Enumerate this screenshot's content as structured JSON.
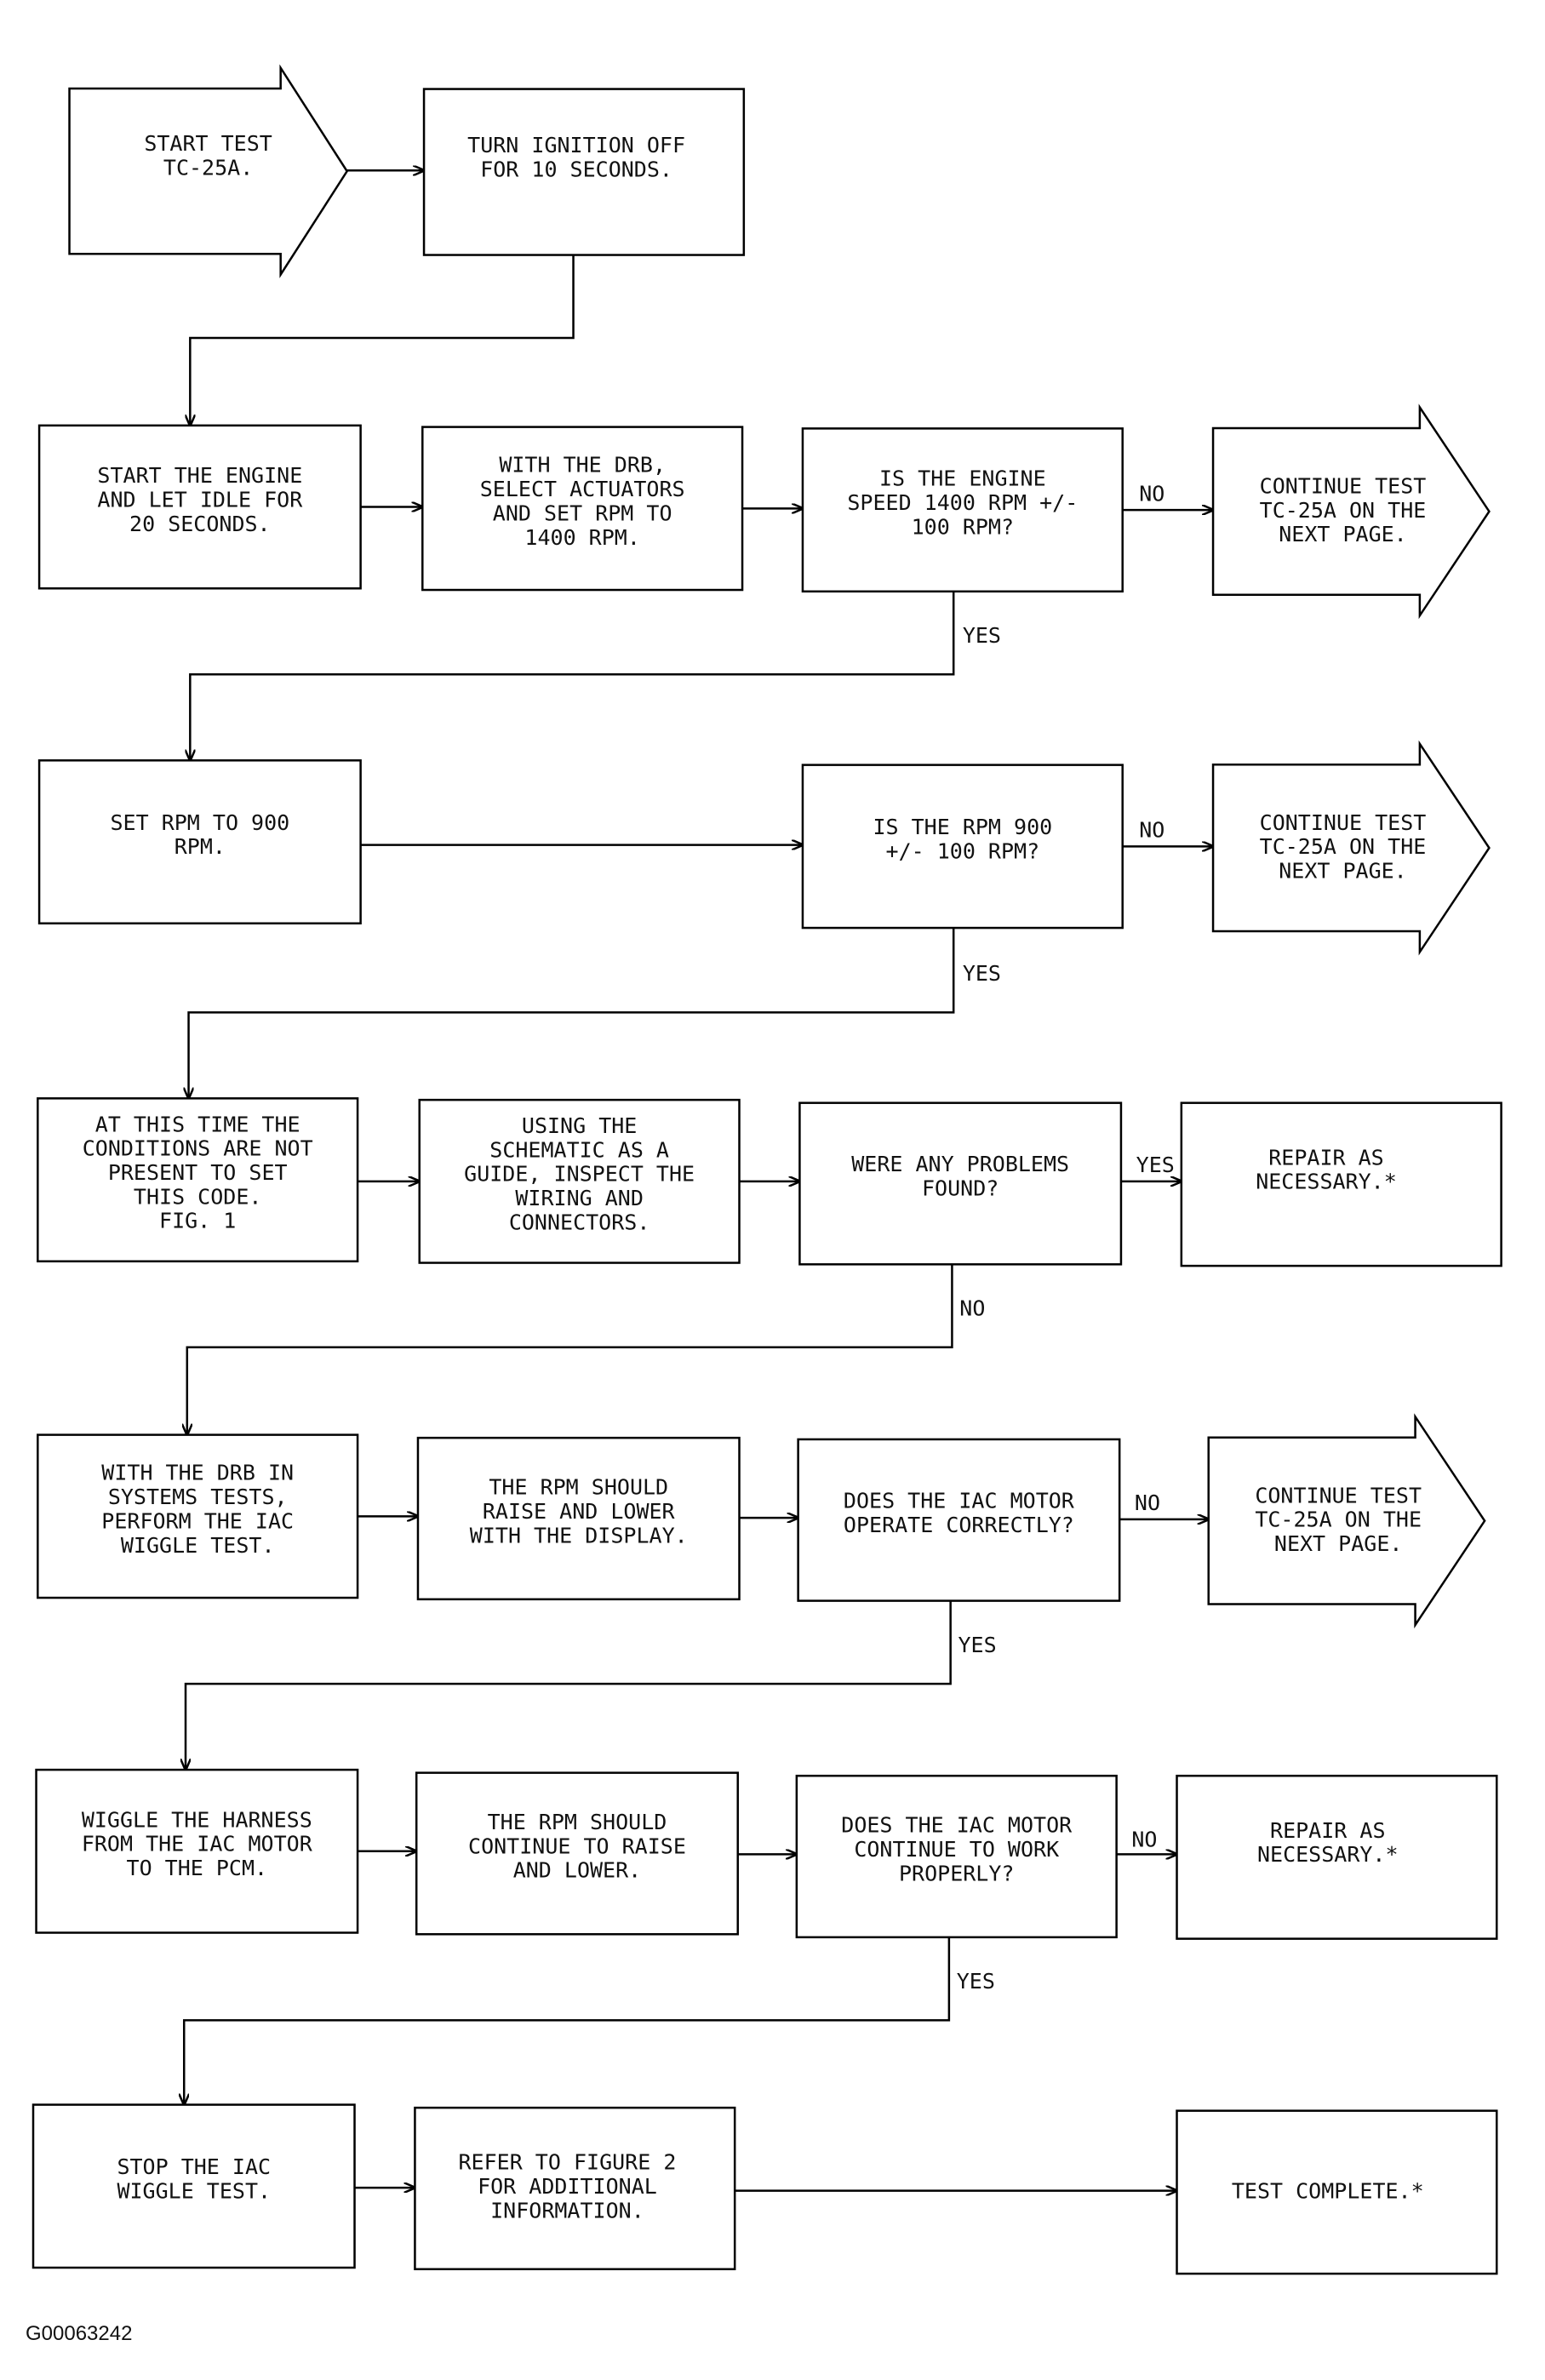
{
  "nodes": {
    "start": [
      "START TEST",
      "TC-25A."
    ],
    "ignition_off": [
      "TURN IGNITION OFF",
      "FOR 10 SECONDS."
    ],
    "start_engine": [
      "START THE ENGINE",
      "AND LET IDLE FOR",
      "20 SECONDS."
    ],
    "select_actuators": [
      "WITH THE DRB,",
      "SELECT ACTUATORS",
      "AND SET RPM TO",
      "1400 RPM."
    ],
    "q_1400": [
      "IS THE ENGINE",
      "SPEED 1400 RPM +/-",
      "100 RPM?"
    ],
    "cont_1": [
      "CONTINUE TEST",
      "TC-25A ON THE",
      "NEXT PAGE."
    ],
    "set_900": [
      "SET RPM TO 900",
      "RPM."
    ],
    "q_900": [
      "IS THE RPM 900",
      "+/- 100 RPM?"
    ],
    "cont_2": [
      "CONTINUE TEST",
      "TC-25A ON THE",
      "NEXT PAGE."
    ],
    "conditions": [
      "AT THIS TIME THE",
      "CONDITIONS ARE NOT",
      "PRESENT TO SET",
      "THIS CODE.",
      "FIG. 1"
    ],
    "inspect": [
      "USING THE",
      "SCHEMATIC AS A",
      "GUIDE, INSPECT THE",
      "WIRING AND",
      "CONNECTORS."
    ],
    "q_problems": [
      "WERE ANY PROBLEMS",
      "FOUND?"
    ],
    "repair_1": [
      "REPAIR AS",
      "NECESSARY.*"
    ],
    "wiggle_test": [
      "WITH THE DRB IN",
      "SYSTEMS TESTS,",
      "PERFORM THE IAC",
      "WIGGLE TEST."
    ],
    "rpm_raise": [
      "THE RPM SHOULD",
      "RAISE AND LOWER",
      "WITH THE DISPLAY."
    ],
    "q_iac": [
      "DOES THE IAC MOTOR",
      "OPERATE CORRECTLY?"
    ],
    "cont_3": [
      "CONTINUE TEST",
      "TC-25A ON THE",
      "NEXT PAGE."
    ],
    "wiggle_harness": [
      "WIGGLE THE HARNESS",
      "FROM THE IAC MOTOR",
      "TO THE PCM."
    ],
    "rpm_continue": [
      "THE RPM SHOULD",
      "CONTINUE TO RAISE",
      "AND LOWER."
    ],
    "q_iac_continue": [
      "DOES THE IAC MOTOR",
      "CONTINUE TO WORK",
      "PROPERLY?"
    ],
    "repair_2": [
      "REPAIR AS",
      "NECESSARY.*"
    ],
    "stop_wiggle": [
      "STOP THE IAC",
      "WIGGLE TEST."
    ],
    "refer_fig2": [
      "REFER TO FIGURE 2",
      "FOR ADDITIONAL",
      "INFORMATION."
    ],
    "complete": [
      "TEST COMPLETE.*"
    ]
  },
  "edge_labels": {
    "no_1": "NO",
    "yes_1": "YES",
    "no_2": "NO",
    "yes_2": "YES",
    "yes_3": "YES",
    "no_3": "NO",
    "no_4": "NO",
    "yes_4": "YES",
    "no_5": "NO",
    "yes_5": "YES"
  },
  "figure_id": "G00063242"
}
